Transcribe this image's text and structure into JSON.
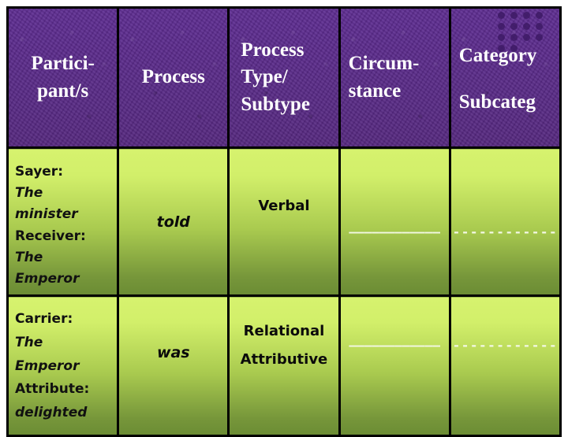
{
  "table": {
    "headers": [
      {
        "label": "Partici-\npant/s",
        "lines": [
          "Partici-",
          "pant/s"
        ]
      },
      {
        "label": "Process",
        "lines": [
          "Process"
        ]
      },
      {
        "label": "Process Type/ Subtype",
        "lines": [
          "Process",
          "Type/",
          "Subtype"
        ]
      },
      {
        "label": "Circum-stance",
        "lines": [
          "Circum-",
          "stance"
        ]
      },
      {
        "label": "Category Subcateg",
        "lines": [
          "Category",
          "Subcateg"
        ]
      }
    ],
    "rows": [
      {
        "participants": [
          {
            "role": "Sayer:",
            "value": "The minister"
          },
          {
            "role": "Receiver:",
            "value": "The Emperor"
          }
        ],
        "participants_lines": [
          {
            "text": "Sayer: ",
            "style": "upright"
          },
          {
            "text": "The",
            "style": "italic"
          },
          {
            "text": "minister",
            "style": "italic"
          },
          {
            "text": "Receiver:",
            "style": "upright"
          },
          {
            "text": "The",
            "style": "italic"
          },
          {
            "text": "Emperor",
            "style": "italic"
          }
        ],
        "process": "told",
        "process_type": [
          "Verbal"
        ],
        "circumstance": "————————————",
        "category": "------------"
      },
      {
        "participants": [
          {
            "role": "Carrier:",
            "value": "The Emperor"
          },
          {
            "role": "Attribute:",
            "value": "delighted"
          }
        ],
        "participants_lines": [
          {
            "text": "Carrier:",
            "style": "upright"
          },
          {
            "text": "The",
            "style": "italic"
          },
          {
            "text": "Emperor",
            "style": "italic"
          },
          {
            "text": "Attribute:",
            "style": "upright"
          },
          {
            "text": "delighted",
            "style": "italic"
          }
        ],
        "process": "was",
        "process_type": [
          "Relational",
          "Attributive"
        ],
        "circumstance": "————————————",
        "category": "------------"
      }
    ]
  },
  "colors": {
    "header_purple": "#5d2d91",
    "header_text": "#ffffff",
    "body_green_top": "#d6f26e",
    "body_green_bottom": "#6b8c34",
    "border": "#000000",
    "dash_color": "#f2f7e2",
    "dot_grid": "#3e1a66"
  },
  "decor": {
    "dot_grid_icon": "dot-grid-icon",
    "dot_rows": 4,
    "dot_cols": 4
  }
}
